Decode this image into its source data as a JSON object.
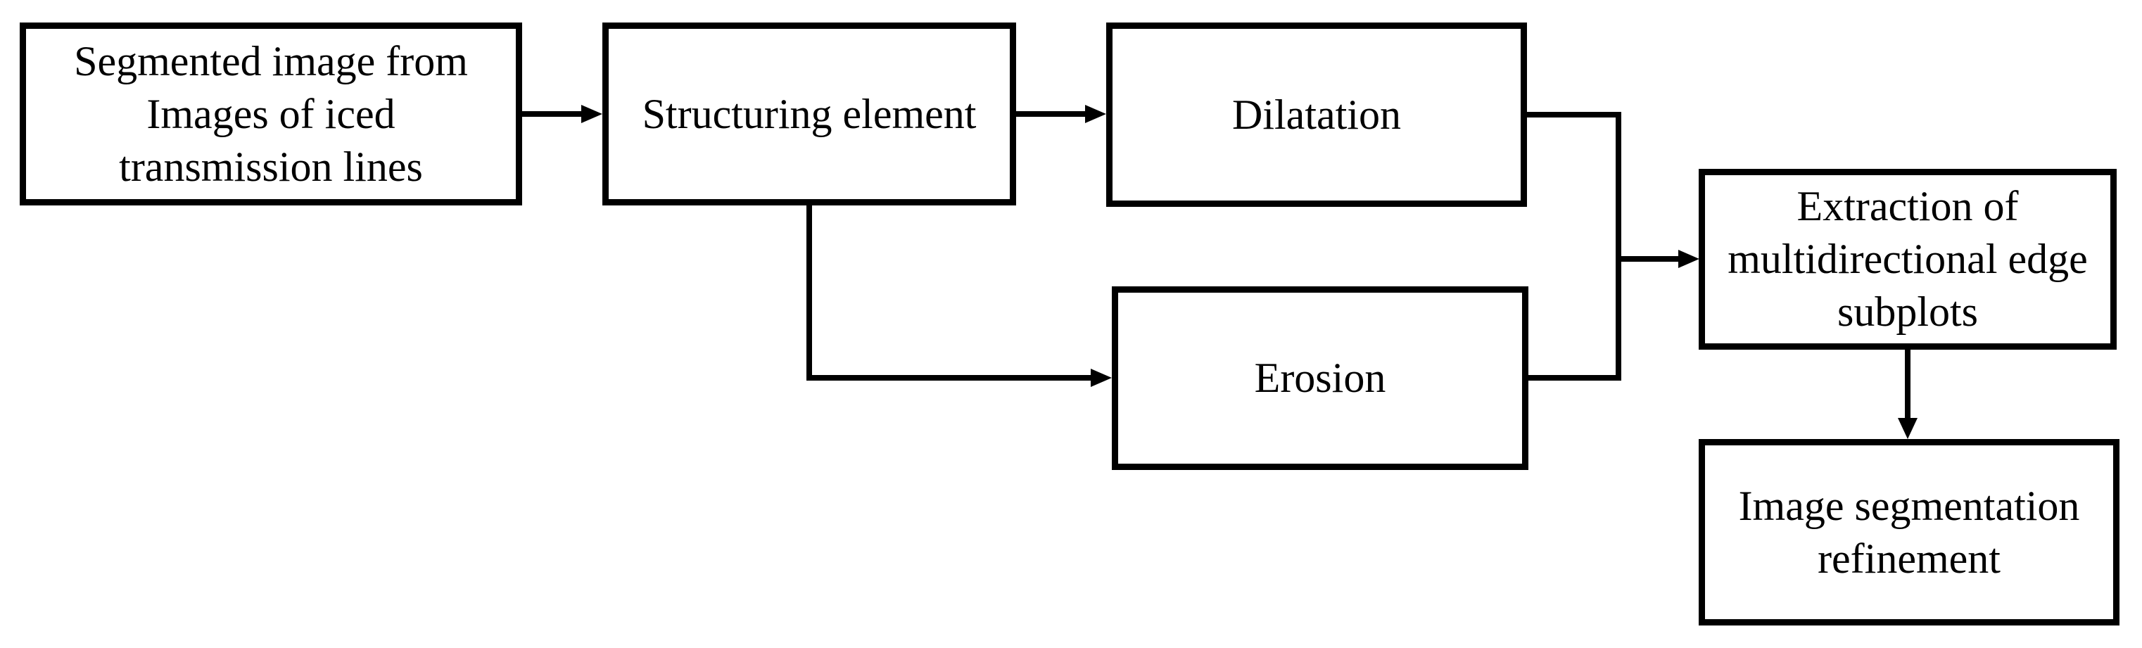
{
  "diagram": {
    "type": "flowchart",
    "colors": {
      "line": "#000000",
      "box_fill": "#ffffff",
      "text": "#000000",
      "background": "#ffffff"
    },
    "nodes": {
      "segmented_image": {
        "label": "Segmented image from Images of iced transmission lines",
        "lines": [
          "Segmented image from",
          "Images of iced",
          "transmission lines"
        ]
      },
      "structuring_element": {
        "label": "Structuring element",
        "lines": [
          "Structuring element"
        ]
      },
      "dilatation": {
        "label": "Dilatation",
        "lines": [
          "Dilatation"
        ]
      },
      "erosion": {
        "label": "Erosion",
        "lines": [
          "Erosion"
        ]
      },
      "extraction": {
        "label": "Extraction of multidirectional edge subplots",
        "lines": [
          "Extraction of",
          "multidirectional edge",
          "subplots"
        ]
      },
      "refinement": {
        "label": "Image segmentation refinement",
        "lines": [
          "Image segmentation",
          "refinement"
        ]
      }
    },
    "edges": [
      {
        "from": "segmented_image",
        "to": "structuring_element",
        "style": "arrow-right"
      },
      {
        "from": "structuring_element",
        "to": "dilatation",
        "style": "arrow-right"
      },
      {
        "from": "structuring_element",
        "to": "erosion",
        "style": "down-then-right-arrow"
      },
      {
        "from": "dilatation",
        "to": "junction",
        "style": "right-then-down"
      },
      {
        "from": "erosion",
        "to": "junction",
        "style": "right"
      },
      {
        "from": "junction",
        "to": "extraction",
        "style": "arrow-right"
      },
      {
        "from": "extraction",
        "to": "refinement",
        "style": "arrow-down"
      }
    ]
  }
}
